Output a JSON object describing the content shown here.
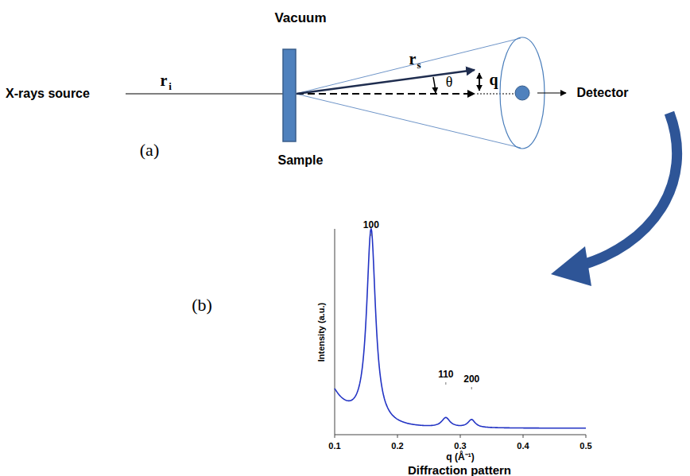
{
  "diagram": {
    "labels": [
      "Vacuum",
      "X-rays source",
      "r",
      "i",
      "r",
      "s",
      "θ",
      "q",
      "Detector",
      "Sample",
      "(a)",
      "(b)",
      "100",
      "110",
      "200",
      "Intensity (a.u.)",
      "0.1",
      "0.2",
      "0.3",
      "0.4",
      "0.5",
      "q (Å⁻¹)",
      "Diffraction pattern"
    ]
  }
}
